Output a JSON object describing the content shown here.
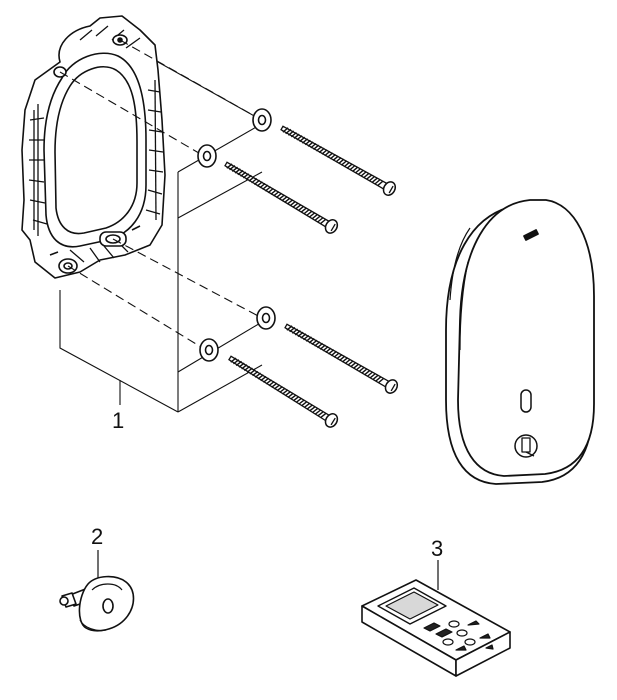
{
  "callouts": [
    {
      "id": "1",
      "label": "1"
    },
    {
      "id": "2",
      "label": "2"
    },
    {
      "id": "3",
      "label": "3"
    }
  ],
  "colors": {
    "line": "#111111",
    "fill": "#ffffff",
    "shade": "#d8d8d8",
    "dark": "#222222"
  }
}
